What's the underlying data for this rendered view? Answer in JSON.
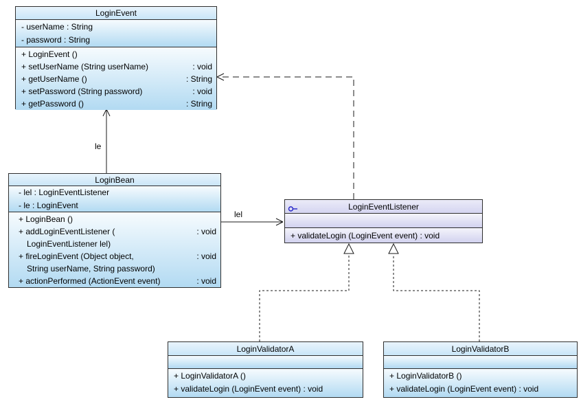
{
  "classes": {
    "login_event": {
      "title": "LoginEvent",
      "attributes": [
        "- userName : String",
        "- password : String"
      ],
      "methods": [
        {
          "sig": "+ LoginEvent ()",
          "ret": ""
        },
        {
          "sig": "+ setUserName (String userName)",
          "ret": ": void"
        },
        {
          "sig": "+ getUserName ()",
          "ret": ": String"
        },
        {
          "sig": "+ setPassword (String password)",
          "ret": ": void"
        },
        {
          "sig": "+ getPassword ()",
          "ret": ": String"
        }
      ]
    },
    "login_bean": {
      "title": "LoginBean",
      "attributes": [
        "- lel : LoginEventListener",
        "- le : LoginEvent"
      ],
      "methods": [
        {
          "sig": "+ LoginBean ()",
          "ret": ""
        },
        {
          "sig": "+ addLoginEventListener (",
          "ret": ": void"
        },
        {
          "sig": "LoginEventListener lel)",
          "ret": ""
        },
        {
          "sig": "+ fireLoginEvent (Object object,",
          "ret": ": void"
        },
        {
          "sig": "String userName, String password)",
          "ret": ""
        },
        {
          "sig": "+ actionPerformed (ActionEvent event)",
          "ret": ": void"
        }
      ]
    },
    "login_event_listener": {
      "title": "LoginEventListener",
      "icon": "interface-lollipop-icon",
      "attributes": [],
      "methods": [
        {
          "sig": "+ validateLogin (LoginEvent event) : void",
          "ret": ""
        }
      ]
    },
    "login_validator_a": {
      "title": "LoginValidatorA",
      "attributes": [],
      "methods": [
        {
          "sig": "+ LoginValidatorA ()",
          "ret": ""
        },
        {
          "sig": "+ validateLogin (LoginEvent event) : void",
          "ret": ""
        }
      ]
    },
    "login_validator_b": {
      "title": "LoginValidatorB",
      "attributes": [],
      "methods": [
        {
          "sig": "+ LoginValidatorB ()",
          "ret": ""
        },
        {
          "sig": "+ validateLogin (LoginEvent event) : void",
          "ret": ""
        }
      ]
    }
  },
  "connectors": {
    "bean_to_event": {
      "type": "association",
      "label": "le"
    },
    "bean_to_listener": {
      "type": "association",
      "label": "lel"
    },
    "listener_to_event": {
      "type": "dependency",
      "label": ""
    },
    "validator_a_to_listener": {
      "type": "realization",
      "label": ""
    },
    "validator_b_to_listener": {
      "type": "realization",
      "label": ""
    }
  },
  "colors": {
    "class_fill_top": "#f6fbfe",
    "class_fill_bottom": "#b2daf2",
    "class_title_top": "#e9f4fc",
    "class_title_bottom": "#c9e6f8",
    "interface_fill_top": "#f4f4fb",
    "interface_fill_bottom": "#d2d2ef",
    "interface_title_top": "#ebebf8",
    "interface_title_bottom": "#d5d5f1",
    "border": "#2e2e2e",
    "line": "#1a1a1a",
    "icon_blue": "#2424c8"
  }
}
